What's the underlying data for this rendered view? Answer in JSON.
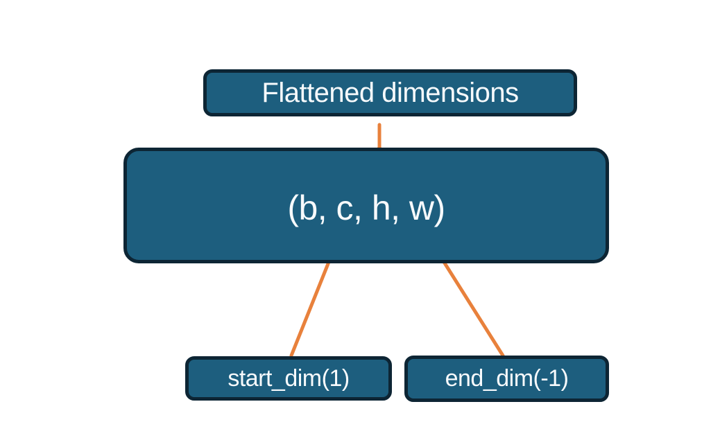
{
  "colors": {
    "background": "#ffffff",
    "box_fill": "#1d5e7e",
    "box_border": "#0d2534",
    "accent": "#e8813c",
    "text": "#f7fafc"
  },
  "boxes": {
    "flattened": {
      "label": "Flattened dimensions"
    },
    "tensor": {
      "label": "(b, c, h, w)"
    },
    "start_dim": {
      "label": "start_dim(1)"
    },
    "end_dim": {
      "label": "end_dim(-1)"
    }
  }
}
